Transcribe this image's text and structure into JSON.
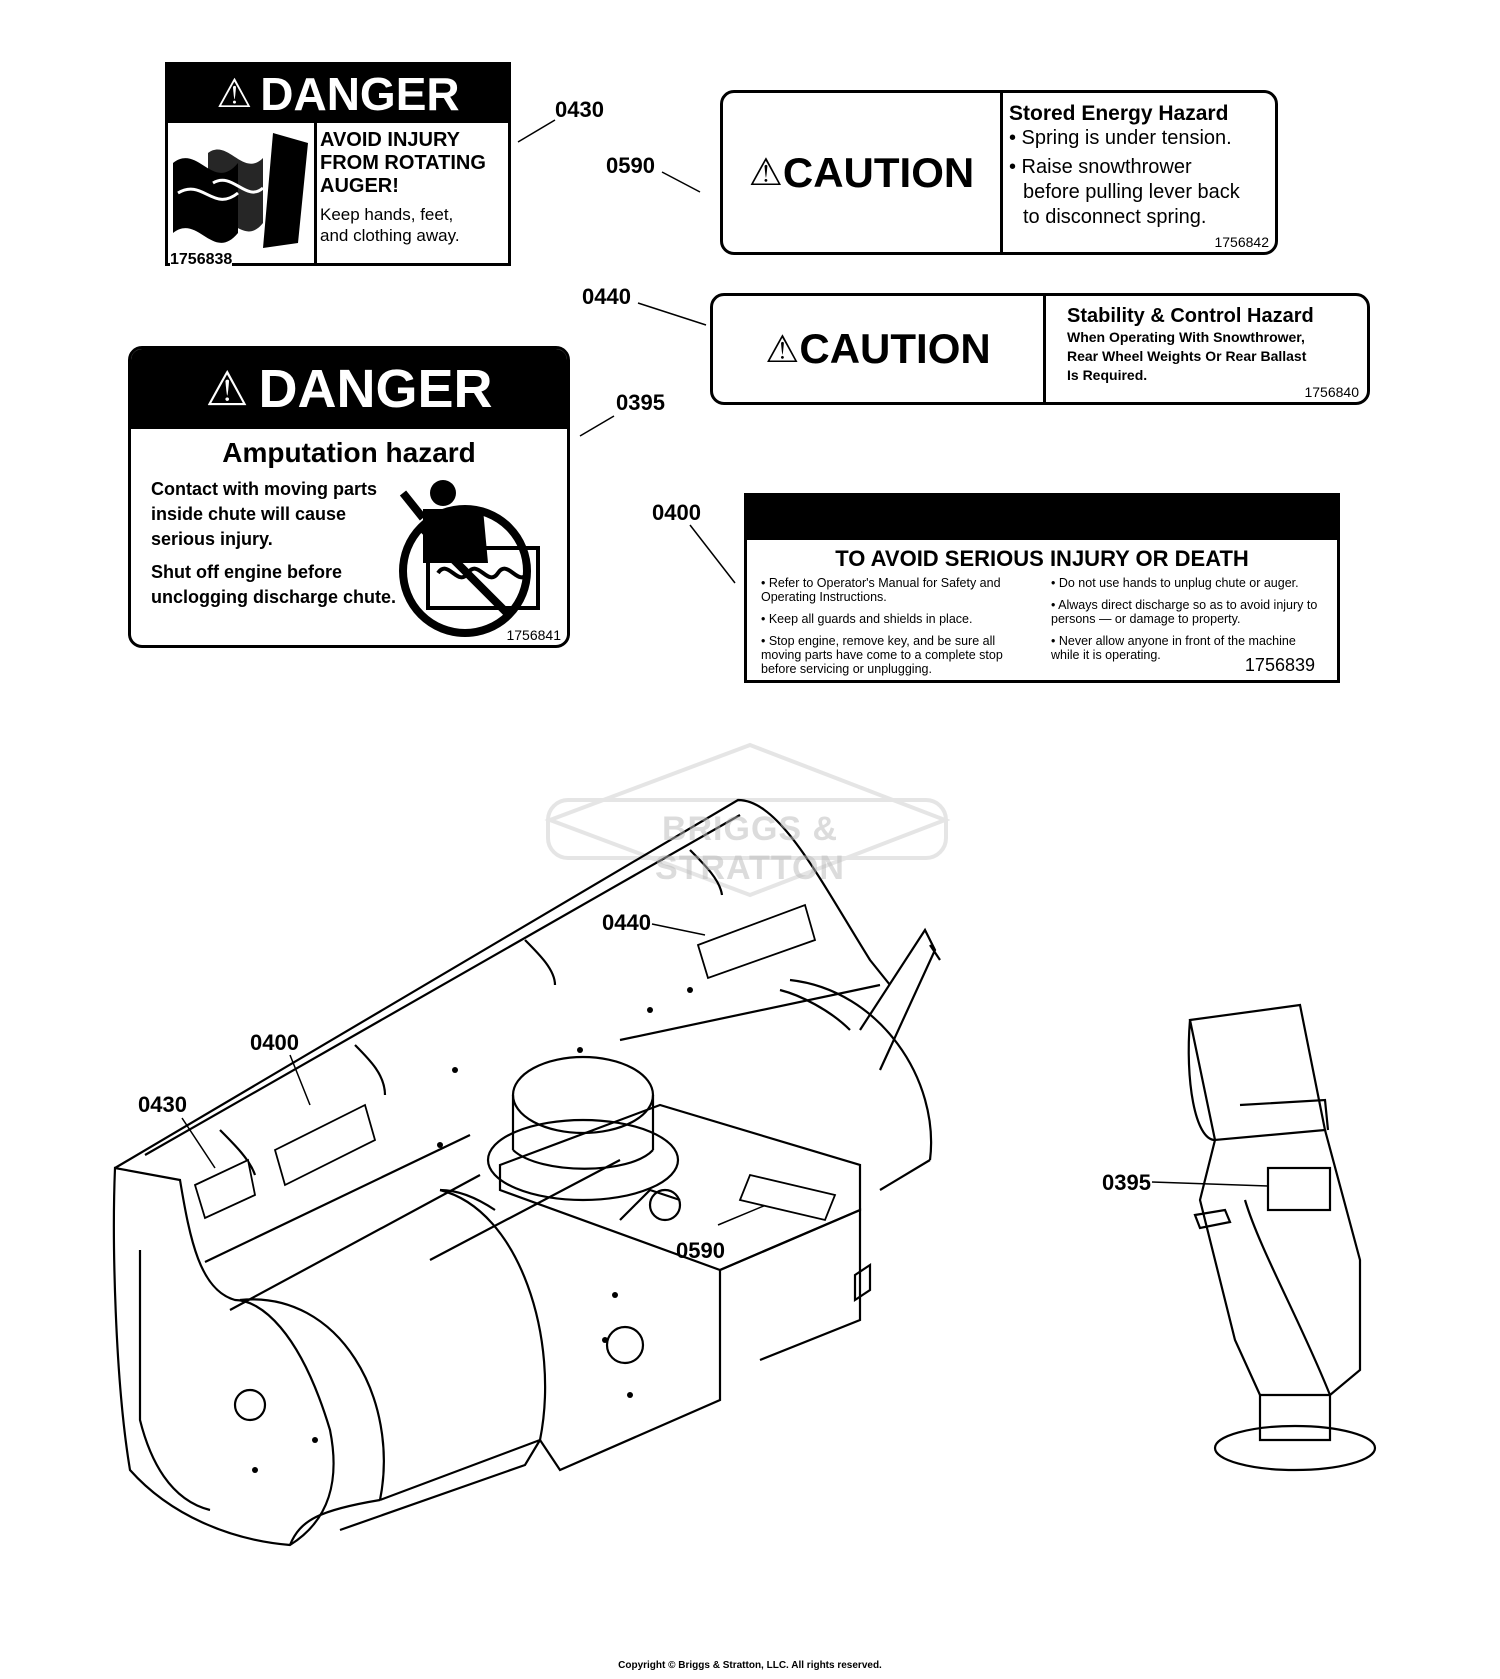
{
  "decals": {
    "d0430": {
      "header": "DANGER",
      "lines": [
        "AVOID INJURY",
        "FROM ROTATING",
        "AUGER!"
      ],
      "body": [
        "Keep hands, feet,",
        "and clothing away."
      ],
      "part_no": "1756838"
    },
    "d0590": {
      "signal": "CAUTION",
      "title": "Stored Energy Hazard",
      "bullet1": "• Spring is under tension.",
      "bullet2a": "• Raise snowthrower",
      "bullet2b": "before pulling lever back",
      "bullet2c": "to disconnect spring.",
      "part_no": "1756842"
    },
    "d0440": {
      "signal": "CAUTION",
      "title": "Stability & Control Hazard",
      "lines": [
        "When Operating With Snowthrower,",
        "Rear Wheel Weights Or Rear Ballast",
        "Is Required."
      ],
      "part_no": "1756840"
    },
    "d0395": {
      "header": "DANGER",
      "title": "Amputation hazard",
      "p1": [
        "Contact with moving parts",
        "inside chute will cause",
        "serious injury."
      ],
      "p2": [
        "Shut off engine before",
        "unclogging discharge chute."
      ],
      "part_no": "1756841"
    },
    "d0400": {
      "title": "TO AVOID SERIOUS INJURY OR DEATH",
      "left": [
        "• Refer to Operator's Manual for Safety and Operating Instructions.",
        "• Keep all guards and shields in place.",
        "• Stop engine, remove key, and be sure all moving parts have come to a complete stop before servicing or unplugging."
      ],
      "right": [
        "• Do not use hands to unplug chute or auger.",
        "• Always direct discharge so as to avoid injury to persons — or damage to property.",
        "• Never allow anyone in front of the machine while it is operating."
      ],
      "part_no": "1756839"
    }
  },
  "callouts": {
    "c0430_top": "0430",
    "c0590_top": "0590",
    "c0440_top": "0440",
    "c0395_top": "0395",
    "c0400_top": "0400",
    "c0440_dia": "0440",
    "c0400_dia": "0400",
    "c0430_dia": "0430",
    "c0590_dia": "0590",
    "c0395_dia": "0395"
  },
  "watermark": "BRIGGS & STRATTON",
  "copyright": "Copyright © Briggs & Stratton, LLC. All rights reserved."
}
